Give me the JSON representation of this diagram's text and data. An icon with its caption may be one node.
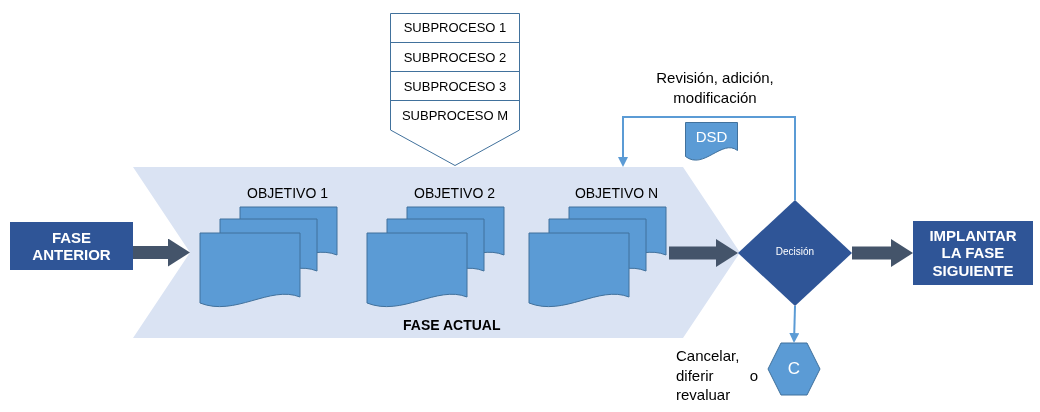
{
  "diagram": {
    "nodes": [
      {
        "text": [
          "FASE ANTERIOR"
        ]
      },
      {
        "text": [
          "FASE ACTUAL"
        ]
      },
      {
        "text": [
          "SUBPROCESO 1",
          "SUBPROCESO 2",
          "SUBPROCESO 3",
          "SUBPROCESO M"
        ]
      },
      {
        "text": [
          "OBJETIVO 1"
        ],
        "in": 1
      },
      {
        "text": [
          "OBJETIVO 2"
        ],
        "in": 1
      },
      {
        "text": [
          "OBJETIVO N"
        ],
        "in": 1
      },
      {
        "text": [
          "Decisión"
        ]
      },
      {
        "text": [
          "IMPLANTAR LA FASE SIGUIENTE"
        ]
      },
      {
        "text": [
          "DSD"
        ]
      },
      {
        "text": [
          "C"
        ],
        "beside": [
          "Cancelar, diferir o revaluar"
        ]
      }
    ],
    "edges": [
      {
        "from": 0,
        "to": 1,
        "arrow": "to"
      },
      {
        "from": 5,
        "to": 6,
        "arrow": "to"
      },
      {
        "from": 6,
        "to": 7,
        "arrow": "to"
      },
      {
        "from": 6,
        "to": 1,
        "arrow": "to",
        "label": "Revisión, adición, modificación",
        "color": "#5b9bd5"
      },
      {
        "from": 6,
        "to": 9,
        "arrow": "to",
        "color": "#5b9bd5"
      }
    ]
  }
}
